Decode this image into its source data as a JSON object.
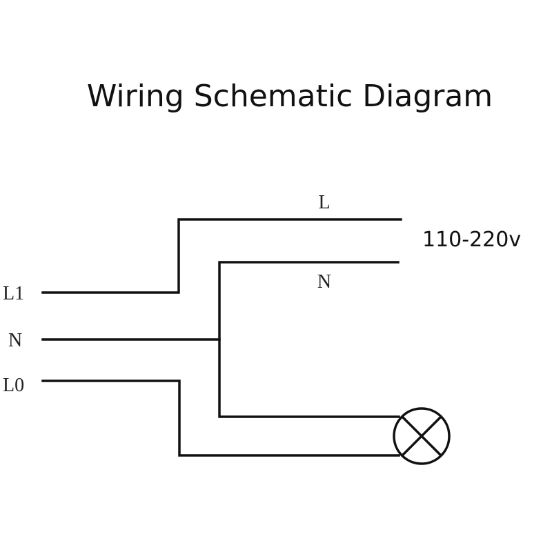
{
  "title": "Wiring Schematic Diagram",
  "labels": {
    "supply_line": "L",
    "supply_neutral": "N",
    "voltage": "110-220v",
    "input_l1": "L1",
    "input_n": "N",
    "input_l0": "L0"
  },
  "icons": {
    "lamp": "lamp-icon"
  },
  "colors": {
    "line": "#111111",
    "background": "#ffffff"
  }
}
